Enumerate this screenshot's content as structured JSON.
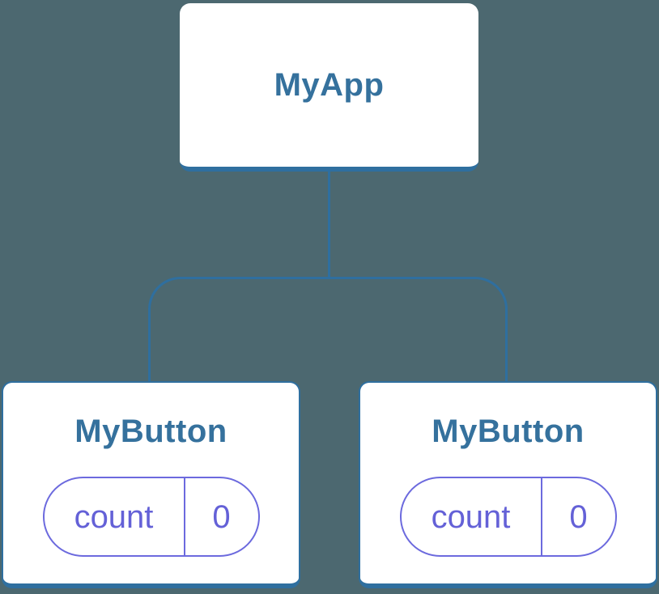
{
  "diagram": {
    "root": {
      "label": "MyApp"
    },
    "children": [
      {
        "label": "MyButton",
        "state": {
          "key": "count",
          "value": "0"
        }
      },
      {
        "label": "MyButton",
        "state": {
          "key": "count",
          "value": "0"
        }
      }
    ]
  },
  "colors": {
    "bg": "#4C6870",
    "card-bg": "#FFFFFF",
    "stroke": "#2F6F9F",
    "heading": "#35719D",
    "state-text": "#6461D7",
    "state-border": "#6C6ADE"
  }
}
